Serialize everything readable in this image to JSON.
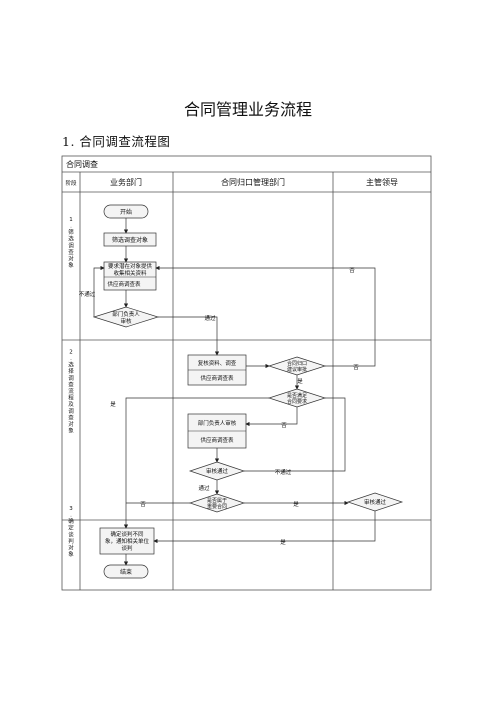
{
  "document": {
    "title": "合同管理业务流程",
    "section_title": "1. 合同调查流程图"
  },
  "diagram": {
    "box_title": "合同调查",
    "header_stage": "阶段",
    "lanes": [
      "业务部门",
      "合同归口管理部门",
      "主管领导"
    ],
    "stages": [
      "1.筛选调查对象",
      "2.选择调查流程及调查对象",
      "3.确定谈判对象"
    ],
    "nodes": {
      "start": "开始",
      "screen": "筛选调查对象",
      "collect_line1": "要求潜在对象提供",
      "collect_line2": "收集相关资料",
      "collect_form": "供应商调查表",
      "dept_review_line1": "部门负责人",
      "dept_review_line2": "审核",
      "review_docs": "复核资料、调查",
      "review_form": "供应商调查表",
      "suggest_line1": "合同归口",
      "suggest_line2": "建议审批",
      "satisfy_line1": "是否满足",
      "satisfy_line2": "合同要求",
      "dept_head_review": "部门负责人审核",
      "dept_head_form": "供应商调查表",
      "audit": "审核通过",
      "important_line1": "是否属于",
      "important_line2": "重要合同",
      "leader_audit": "审核通过",
      "confirm_line1": "确定谈判不同",
      "confirm_line2": "象，通知相关单位",
      "confirm_line3": "谈判",
      "end": "结束"
    },
    "edge_labels": {
      "not_passed_left": "不通过",
      "passed_right": "通过",
      "no_top": "否",
      "no_suggest": "否",
      "yes_suggest": "是",
      "yes_left": "是",
      "no_satisfy": "否",
      "not_passed_audit": "不通过",
      "passed_audit": "通过",
      "no_important": "否",
      "yes_important": "是",
      "yes_leader": "是"
    }
  }
}
